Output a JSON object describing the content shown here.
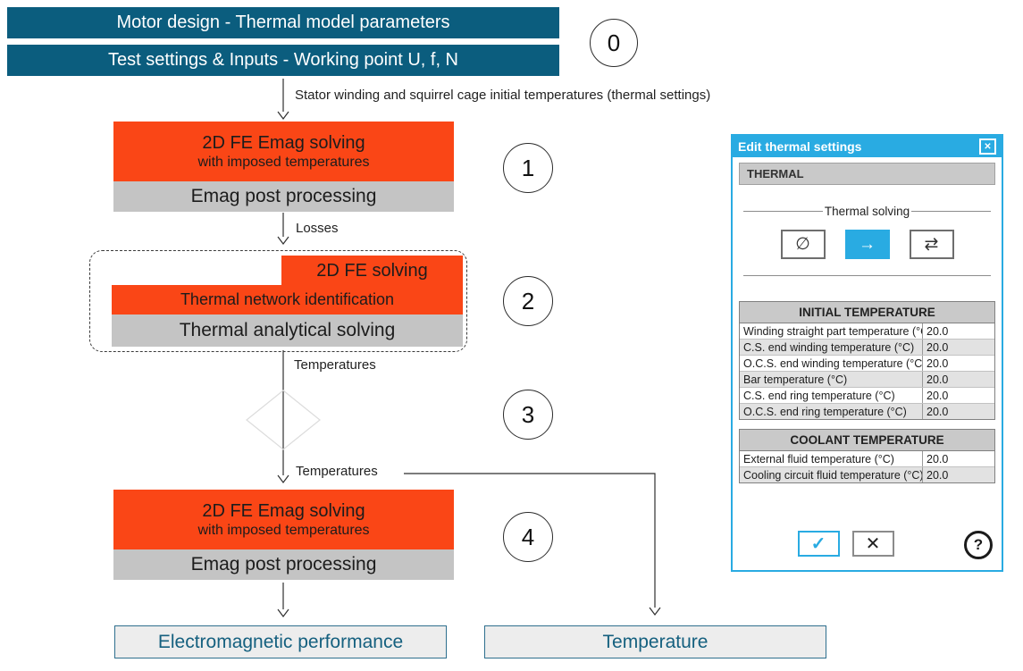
{
  "colors": {
    "accent_cyan": "#29abe2",
    "brand_orange": "#fa4616",
    "brand_teal": "#0b5d7e",
    "block_gray": "#c4c4c4",
    "output_text_teal": "#15607f"
  },
  "flow": {
    "banners": [
      {
        "label": "Motor design - Thermal model parameters"
      },
      {
        "label": "Test settings & Inputs - Working point U, f, N"
      }
    ],
    "steps": [
      "0",
      "1",
      "2",
      "3",
      "4"
    ],
    "labels": {
      "initial": "Stator winding and squirrel cage initial temperatures (thermal settings)",
      "losses": "Losses",
      "temperatures_mid": "Temperatures",
      "temperatures_out": "Temperatures"
    },
    "block1": {
      "title": "2D FE Emag solving",
      "subtitle": "with imposed temperatures",
      "post": "Emag post processing"
    },
    "block2": {
      "fe_solving": "2D FE solving",
      "network": "Thermal network identification",
      "analytical": "Thermal analytical solving"
    },
    "block4": {
      "title": "2D FE Emag solving",
      "subtitle": "with imposed temperatures",
      "post": "Emag post processing"
    },
    "outputs": [
      {
        "label": "Electromagnetic performance"
      },
      {
        "label": "Temperature"
      }
    ]
  },
  "dialog": {
    "title": "Edit thermal settings",
    "close_glyph": "✕",
    "section_header": "THERMAL",
    "group_label": "Thermal solving",
    "solving_options": [
      {
        "name": "no thermal solving",
        "glyph": "∅",
        "selected": false
      },
      {
        "name": "one-way thermal solving",
        "glyph": "→",
        "selected": true
      },
      {
        "name": "iterative thermal solving",
        "glyph": "⇄",
        "selected": false
      }
    ],
    "tables": [
      {
        "header": "INITIAL TEMPERATURE",
        "rows": [
          {
            "label": "Winding straight part temperature (°C)",
            "value": "20.0"
          },
          {
            "label": "C.S. end winding temperature (°C)",
            "value": "20.0"
          },
          {
            "label": "O.C.S. end winding temperature (°C)",
            "value": "20.0"
          },
          {
            "label": "Bar temperature (°C)",
            "value": "20.0"
          },
          {
            "label": "C.S. end ring temperature (°C)",
            "value": "20.0"
          },
          {
            "label": "O.C.S. end ring temperature (°C)",
            "value": "20.0"
          }
        ]
      },
      {
        "header": "COOLANT TEMPERATURE",
        "rows": [
          {
            "label": "External fluid temperature (°C)",
            "value": "20.0"
          },
          {
            "label": "Cooling circuit fluid temperature (°C)",
            "value": "20.0"
          }
        ]
      }
    ],
    "ok_glyph": "✓",
    "cancel_glyph": "✕",
    "help_glyph": "?"
  }
}
